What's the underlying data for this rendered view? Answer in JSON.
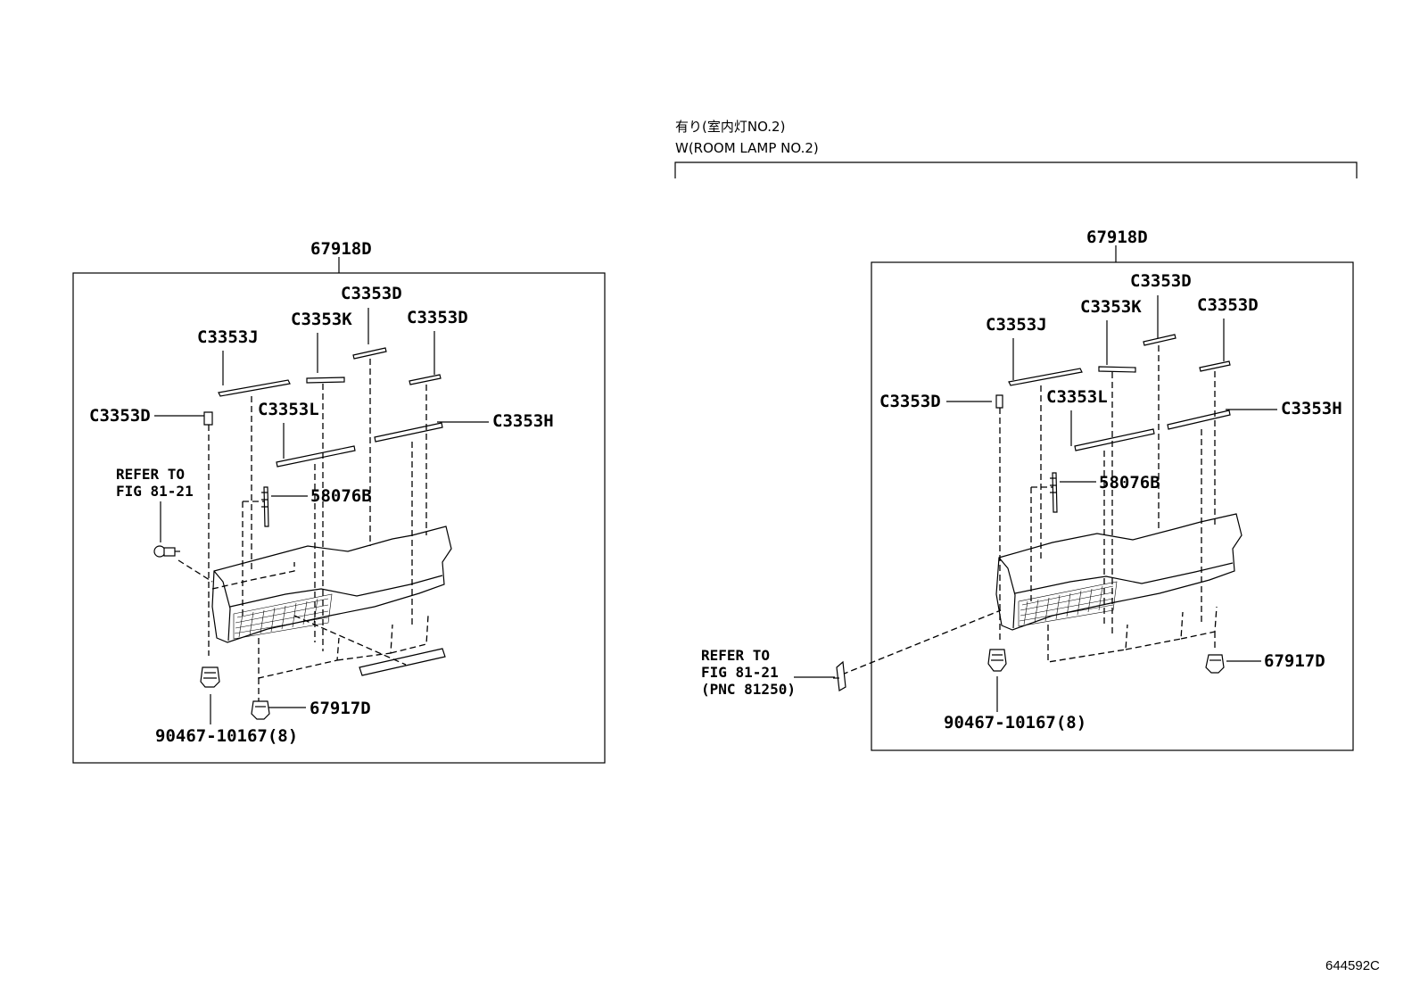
{
  "variant_header": {
    "line1": "有り(室内灯NO.2)",
    "line2": "W(ROOM LAMP NO.2)"
  },
  "left_diagram": {
    "assembly": "67918D",
    "labels": {
      "c3353d_top": "C3353D",
      "c3353k": "C3353K",
      "c3353d_right": "C3353D",
      "c3353j": "C3353J",
      "c3353d_left": "C3353D",
      "c3353l": "C3353L",
      "c3353h": "C3353H",
      "p58076b": "58076B",
      "p67917d": "67917D",
      "clip": "90467-10167(8)"
    },
    "refer": {
      "line1": "REFER TO",
      "line2": "FIG 81-21"
    }
  },
  "right_diagram": {
    "assembly": "67918D",
    "labels": {
      "c3353d_top": "C3353D",
      "c3353k": "C3353K",
      "c3353d_right": "C3353D",
      "c3353j": "C3353J",
      "c3353d_left": "C3353D",
      "c3353l": "C3353L",
      "c3353h": "C3353H",
      "p58076b": "58076B",
      "p67917d": "67917D",
      "clip": "90467-10167(8)"
    },
    "refer": {
      "line1": "REFER TO",
      "line2": "FIG 81-21",
      "line3": "(PNC 81250)"
    }
  },
  "figure_id": "644592C"
}
